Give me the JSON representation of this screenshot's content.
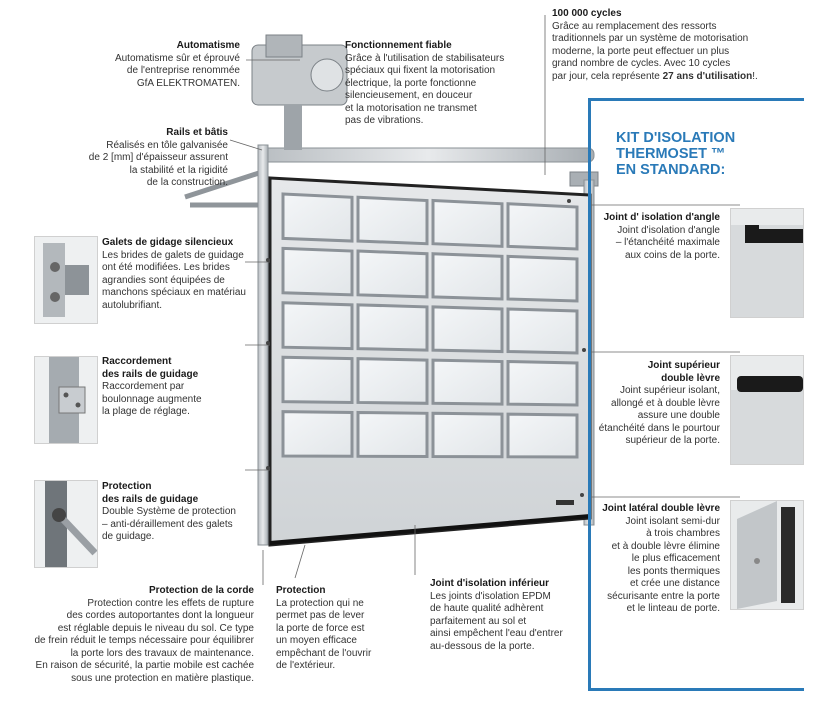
{
  "colors": {
    "accent": "#2a7ab8",
    "door_panel": "#d9dcde",
    "glass": "#eef0f2",
    "frame": "#9da3a8"
  },
  "callouts": {
    "automatisme": {
      "title": "Automatisme",
      "body": "Automatisme sûr et éprouvé\nde l'entreprise renommée\nGfA ELEKTROMATEN."
    },
    "fonctionnement": {
      "title": "Fonctionnement fiable",
      "body": "Grâce à l'utilisation de stabilisateurs\nspéciaux qui fixent la motorisation\nélectrique, la porte fonctionne\nsilencieusement, en douceur\net la motorisation ne transmet\npas de vibrations."
    },
    "cycles": {
      "title": "100 000 cycles",
      "body": "Grâce au remplacement des ressorts\ntraditionnels par un système de motorisation\nmoderne, la porte peut effectuer un plus\ngrand nombre de cycles. Avec 10 cycles\npar jour, cela représente ",
      "body_strong": "27 ans d'utilisation",
      "body_end": "!."
    },
    "rails": {
      "title": "Rails et bâtis",
      "body": "Réalisés en tôle galvanisée\nde 2 [mm] d'épaisseur assurent\nla stabilité et la rigidité\nde la construction."
    },
    "galets": {
      "title": "Galets de gidage silencieux",
      "body": "Les brides de galets de guidage\nont été modifiées. Les brides\nagrandies sont équipées de\nmanchons spéciaux en matériau\nautolubrifiant."
    },
    "raccordement": {
      "title": "Raccordement\ndes rails de guidage",
      "body": "Raccordement par\nboulonnage augmente\nla plage de réglage."
    },
    "protection_rails": {
      "title": "Protection\ndes rails de guidage",
      "body": "Double Système de protection\n– anti-déraillement des galets\nde guidage."
    },
    "protection_corde": {
      "title": "Protection de la corde",
      "body": "Protection contre les effets de rupture\ndes cordes autoportantes dont la longueur\nest réglable depuis le niveau du sol. Ce type\nde frein réduit le temps nécessaire pour équilibrer\nla porte lors des travaux de maintenance.\nEn raison de sécurité, la partie mobile est cachée\nsous une protection en matière plastique."
    },
    "protection": {
      "title": "Protection",
      "body": "La protection qui ne\npermet pas de lever\nla porte de force est\nun moyen efficace\nempêchant de l'ouvrir\nde l'extérieur."
    },
    "joint_inferieur": {
      "title": "Joint d'isolation inférieur",
      "body": "Les joints d'isolation EPDM\nde haute qualité adhèrent\nparfaitement au sol et\nainsi empêchent l'eau d'entrer\nau-dessous de la porte."
    }
  },
  "kit": {
    "title": "KIT D'ISOLATION\nTHERMOSET ™\nEN STANDARD:",
    "items": [
      {
        "title": "Joint d' isolation d'angle",
        "body": "Joint d'isolation d'angle\n– l'étanchéité maximale\naux coins de la porte."
      },
      {
        "title": "Joint supérieur\ndouble lèvre",
        "body": "Joint supérieur isolant,\nallongé et à double lèvre\nassure une double\nétanchéité dans le pourtour\nsupérieur de la porte."
      },
      {
        "title": "Joint latéral double lèvre",
        "body": "Joint isolant semi-dur\nà trois chambres\net à double lèvre élimine\nle plus efficacement\nles ponts thermiques\net crée une distance\nsécurisante entre la porte\net le linteau de porte."
      }
    ]
  }
}
